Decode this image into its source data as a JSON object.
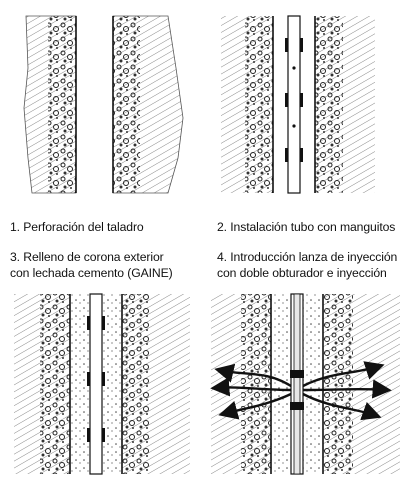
{
  "captions": {
    "step1": "1. Perforación del taladro",
    "step2": "2. Instalación tubo con manguitos",
    "step3_line1": "3. Relleno de corona exterior",
    "step3_line2": "con lechada cemento (GAINE)",
    "step4_line1": "4. Introducción lanza de inyección",
    "step4_line2": "con doble obturador e inyección"
  },
  "colors": {
    "ink": "#111111",
    "rock_hatch": "#8a8a8a",
    "background": "#ffffff"
  },
  "icons": {
    "arrow": "flow-arrow-icon"
  }
}
